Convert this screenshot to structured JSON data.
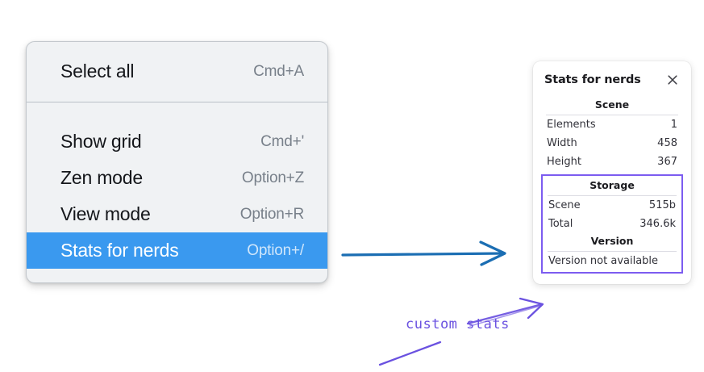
{
  "menu": {
    "sections": [
      {
        "items": [
          {
            "label": "Select all",
            "shortcut": "Cmd+A",
            "selected": false
          }
        ]
      },
      {
        "items": [
          {
            "label": "Show grid",
            "shortcut": "Cmd+'",
            "selected": false
          },
          {
            "label": "Zen mode",
            "shortcut": "Option+Z",
            "selected": false
          },
          {
            "label": "View mode",
            "shortcut": "Option+R",
            "selected": false
          },
          {
            "label": "Stats for nerds",
            "shortcut": "Option+/",
            "selected": true
          }
        ]
      }
    ],
    "items": {
      "select_all": {
        "label": "Select all",
        "shortcut": "Cmd+A"
      },
      "show_grid": {
        "label": "Show grid",
        "shortcut": "Cmd+'"
      },
      "zen_mode": {
        "label": "Zen mode",
        "shortcut": "Option+Z"
      },
      "view_mode": {
        "label": "View mode",
        "shortcut": "Option+R"
      },
      "stats_for_nerds": {
        "label": "Stats for nerds",
        "shortcut": "Option+/"
      }
    },
    "highlight_color": "#3a99ef",
    "background_color": "#f0f2f4"
  },
  "stats_panel": {
    "title": "Stats for nerds",
    "close_icon": "close-icon",
    "scene": {
      "heading": "Scene",
      "rows": [
        {
          "key": "Elements",
          "value": "1"
        },
        {
          "key": "Width",
          "value": "458"
        },
        {
          "key": "Height",
          "value": "367"
        }
      ]
    },
    "storage": {
      "heading": "Storage",
      "rows": [
        {
          "key": "Scene",
          "value": "515b"
        },
        {
          "key": "Total",
          "value": "346.6k"
        }
      ]
    },
    "version": {
      "heading": "Version",
      "text": "Version not available"
    },
    "highlight_border_color": "#7c5cf0"
  },
  "annotations": {
    "custom_stats_label": "custom stats",
    "blue_arrow_color": "#1b6eb3",
    "purple_color": "#6a51e0"
  }
}
